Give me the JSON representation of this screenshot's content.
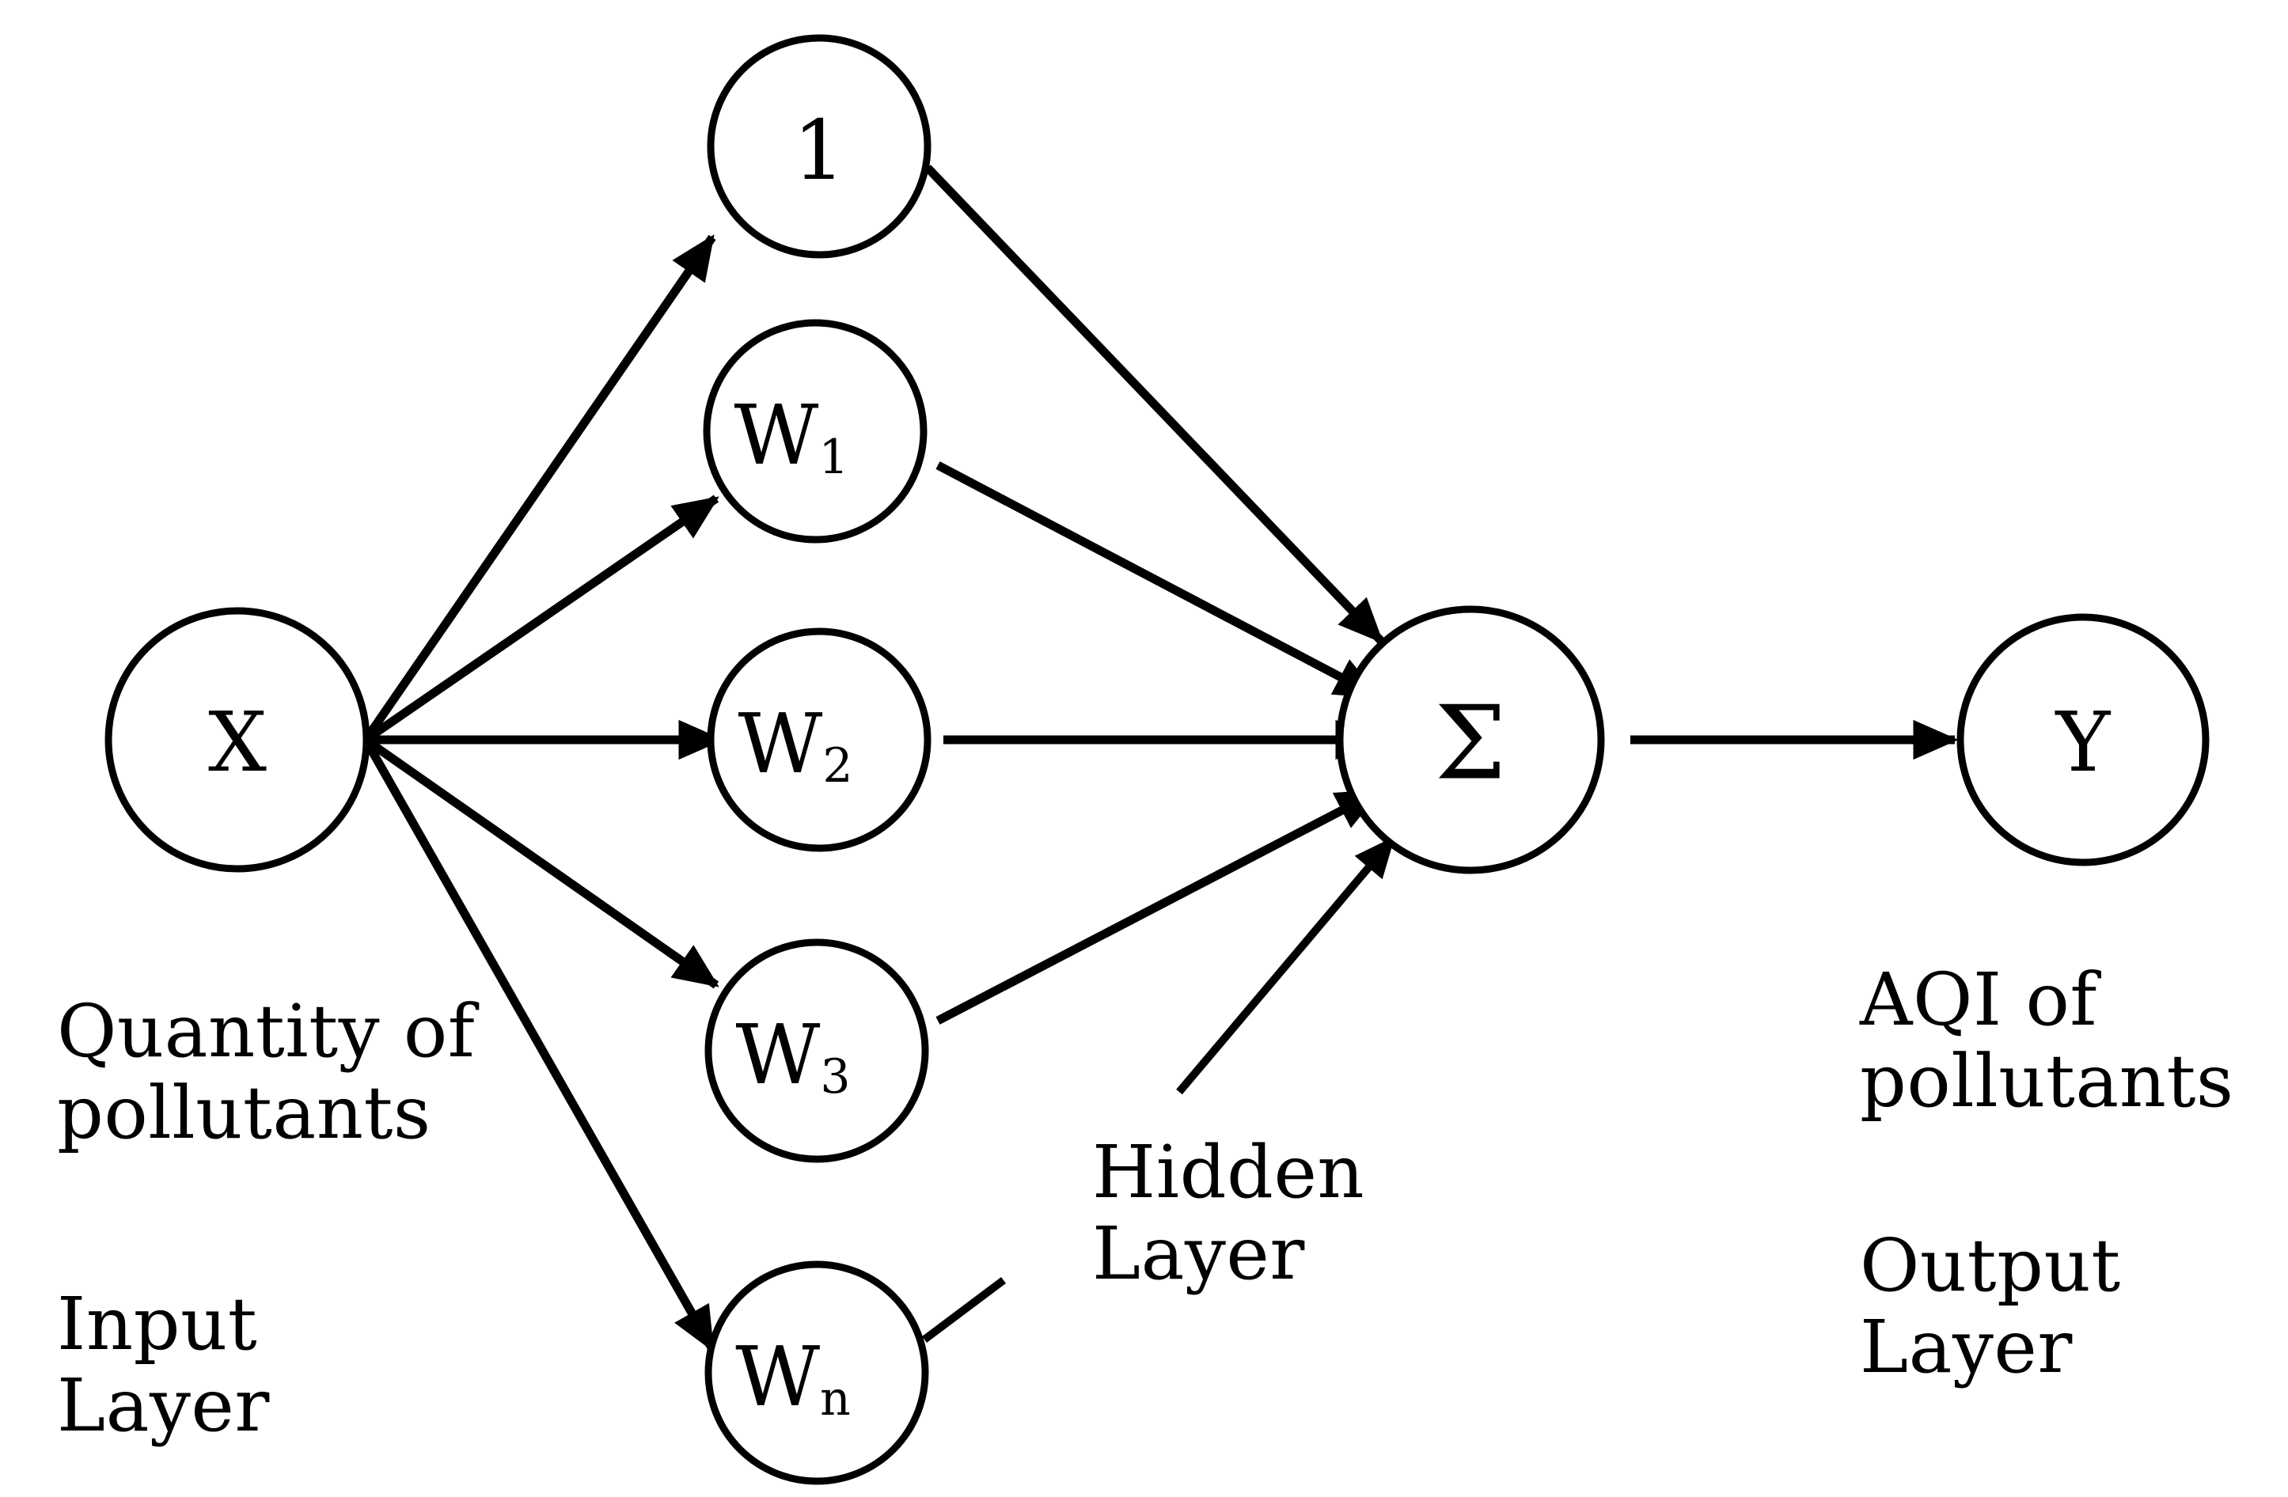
{
  "diagram": {
    "title": "Artificial neuron / perceptron model for AQI prediction",
    "background_color": "#ffffff",
    "stroke_color": "#000000",
    "nodes": {
      "input": {
        "label": "X",
        "name": "input-node"
      },
      "hidden": [
        {
          "label": "1",
          "sub": "",
          "name": "hidden-node-bias"
        },
        {
          "label": "W",
          "sub": "1",
          "name": "hidden-node-w1"
        },
        {
          "label": "W",
          "sub": "2",
          "name": "hidden-node-w2"
        },
        {
          "label": "W",
          "sub": "3",
          "name": "hidden-node-w3"
        },
        {
          "label": "W",
          "sub": "n",
          "name": "hidden-node-wn"
        }
      ],
      "sum": {
        "label": "Σ",
        "name": "summation-node"
      },
      "output": {
        "label": "Y",
        "name": "output-node"
      }
    },
    "captions": {
      "input_description": "Quantity of\npollutants",
      "input_layer": "Input\nLayer",
      "hidden_layer": "Hidden\nLayer",
      "output_description": "AQI of\npollutants",
      "output_layer": "Output\nLayer"
    }
  },
  "chart_data": {
    "type": "diagram",
    "title": "Neural network (perceptron) diagram for AQI of pollutants",
    "layers": [
      {
        "name": "Input Layer",
        "annotation": "Quantity of pollutants",
        "nodes": [
          "X"
        ]
      },
      {
        "name": "Hidden Layer",
        "annotation": "Hidden Layer",
        "nodes": [
          "1",
          "W1",
          "W2",
          "W3",
          "Wn",
          "Σ"
        ]
      },
      {
        "name": "Output Layer",
        "annotation": "AQI of pollutants",
        "nodes": [
          "Y"
        ]
      }
    ],
    "edges": [
      {
        "from": "X",
        "to": "1",
        "arrow": true
      },
      {
        "from": "X",
        "to": "W1",
        "arrow": true
      },
      {
        "from": "X",
        "to": "W2",
        "arrow": true
      },
      {
        "from": "X",
        "to": "W3",
        "arrow": true
      },
      {
        "from": "X",
        "to": "Wn",
        "arrow": true
      },
      {
        "from": "1",
        "to": "Σ",
        "arrow": true
      },
      {
        "from": "W1",
        "to": "Σ",
        "arrow": true
      },
      {
        "from": "W2",
        "to": "Σ",
        "arrow": true
      },
      {
        "from": "W3",
        "to": "Σ",
        "arrow": true
      },
      {
        "from": "Σ",
        "to": "Y",
        "arrow": true
      }
    ],
    "leaders": [
      {
        "label": "Hidden Layer",
        "points_to": "Σ",
        "arrow": true
      },
      {
        "label": "Hidden Layer",
        "points_to": "Wn",
        "arrow": false
      }
    ]
  }
}
